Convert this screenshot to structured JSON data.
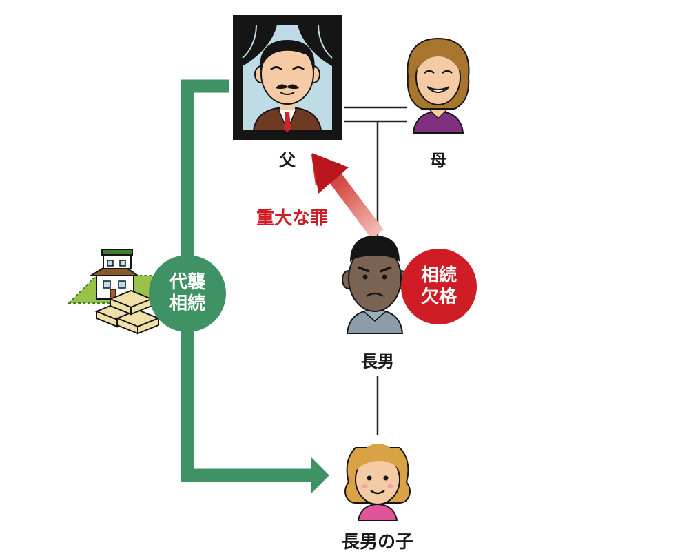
{
  "people": {
    "father": "父",
    "mother": "母",
    "eldest_son": "長男",
    "grandchild": "長男の子"
  },
  "annotations": {
    "crime": "重大な罪"
  },
  "badges": {
    "disqualified": {
      "line1": "相続",
      "line2": "欠格"
    },
    "substitute": {
      "line1": "代襲",
      "line2": "相続"
    }
  },
  "colors": {
    "succession_path": "#3e9263",
    "disqualified_badge": "#d01c24",
    "crime_arrow": "#c62026",
    "crime_text": "#d01c24",
    "frame": "#151515"
  },
  "icons": {
    "father": "deceased-father-portrait-icon",
    "mother": "mother-icon",
    "eldest_son": "angry-eldest-son-icon",
    "grandchild": "granddaughter-icon",
    "estate": "house-and-money-estate-icon"
  }
}
